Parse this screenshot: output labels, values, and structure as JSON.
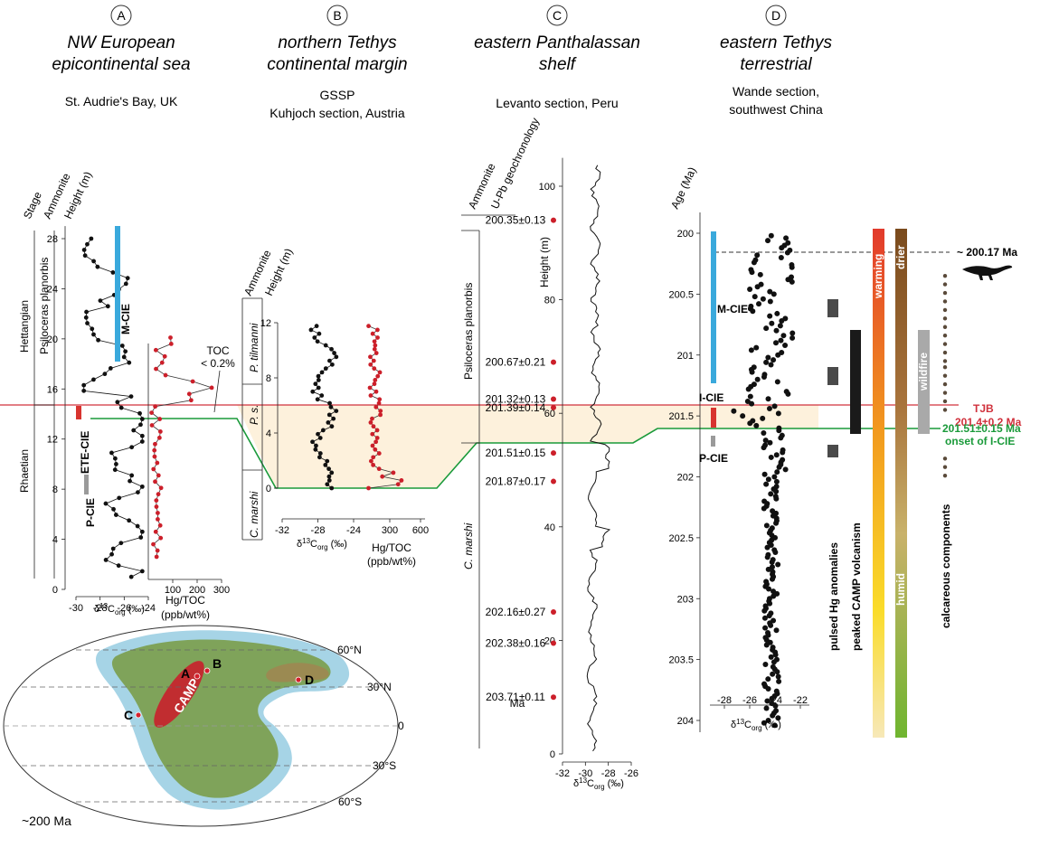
{
  "columns": [
    {
      "letter": "A",
      "title_lines": [
        "NW European",
        "epicontinental sea"
      ],
      "subtitle_lines": [
        "St. Audrie's Bay, UK"
      ]
    },
    {
      "letter": "B",
      "title_lines": [
        "northern Tethys",
        "continental margin"
      ],
      "subtitle_lines": [
        "GSSP",
        "Kuhjoch section, Austria"
      ]
    },
    {
      "letter": "C",
      "title_lines": [
        "eastern Panthalassan",
        "shelf"
      ],
      "subtitle_lines": [
        "Levanto section, Peru"
      ]
    },
    {
      "letter": "D",
      "title_lines": [
        "eastern Tethys",
        "terrestrial"
      ],
      "subtitle_lines": [
        "Wande section,",
        "southwest China"
      ]
    }
  ],
  "colors": {
    "tjb_line": "#d0313c",
    "icie_line": "#1a9a3a",
    "shade": "#fdf1dc",
    "red_dots": "#cc1f2a",
    "black_dots": "#111111",
    "cie_blue": "#3aa9dc",
    "cie_red": "#d8342f",
    "cie_gray": "#9a9a9a"
  },
  "labels": {
    "stage": "Stage",
    "ammonite": "Ammonite",
    "height": "Height (m)",
    "hettangian": "Hettangian",
    "rhaetian": "Rhaetian",
    "psiloceras_planorbis": "Psiloceras planorbis",
    "m_cie": "M-CIE",
    "ete_cie": "ETE-CIE",
    "p_cie": "P-CIE",
    "i_cie": "I-CIE",
    "toc_line1": "TOC",
    "toc_line2": "< 0.2%",
    "p_tilmanni": "P. tilmanni",
    "p_s": "P. s.",
    "c_marshi": "C. marshi",
    "hg_toc_line1": "Hg/TOC",
    "hg_toc_line2": "(ppb/wt%)",
    "d13c_a": "δ13Corg (‰)",
    "upb": "U-Pb geochronology",
    "ma": "Ma",
    "age_ma": "Age (Ma)",
    "tjb_label": "TJB",
    "tjb_age": "201.4±0.2 Ma",
    "icie_age": "201.51±0.15 Ma",
    "icie_onset": "onset of I-CIE",
    "dino_age": "~ 200.17 Ma",
    "pulsed_hg": "pulsed Hg anomalies",
    "peaked_camp": "peaked CAMP volcanism",
    "warming": "warming",
    "drier": "drier",
    "humid": "humid",
    "wildfire": "wildfire",
    "calcareous": "calcareous components",
    "map_age": "~200 Ma",
    "camp": "CAMP",
    "lat_60n": "60°N",
    "lat_30n": "30°N",
    "lat_0": "0",
    "lat_30s": "30°S",
    "lat_60s": "60°S",
    "site_a": "A",
    "site_b": "B",
    "site_c": "C",
    "site_d": "D"
  },
  "chart_data": [
    {
      "type": "line",
      "panel": "A",
      "series": [
        {
          "name": "δ13Corg (‰)",
          "axis": "x1",
          "xlim": [
            -30,
            -24
          ],
          "ylim": [
            0,
            29
          ],
          "y_ticks": [
            0,
            4,
            8,
            12,
            16,
            20,
            24,
            28
          ],
          "x_ticks": [
            -30,
            -28,
            -26,
            -24
          ]
        },
        {
          "name": "Hg/TOC (ppb/wt%)",
          "axis": "x2",
          "xlim": [
            0,
            300
          ],
          "x_ticks": [
            100,
            200,
            300
          ]
        }
      ],
      "events": {
        "TJB_height_m": 15.2,
        "ICIE_onset_height_m": 14.4
      }
    },
    {
      "type": "line",
      "panel": "B",
      "ylabel": "Height (m)",
      "ylim": [
        0,
        12
      ],
      "y_ticks": [
        0,
        4,
        8,
        12
      ],
      "series": [
        {
          "name": "δ13Corg (‰)",
          "xlim": [
            -32,
            -24
          ],
          "x_ticks": [
            -32,
            -28,
            -24
          ]
        },
        {
          "name": "Hg/TOC (ppb/wt%)",
          "x_ticks": [
            300,
            600
          ]
        }
      ]
    },
    {
      "type": "line",
      "panel": "C",
      "ylabel": "Height (m)",
      "ylim": [
        0,
        105
      ],
      "y_ticks": [
        0,
        20,
        40,
        60,
        80,
        100
      ],
      "xlim": [
        -32,
        -26
      ],
      "x_ticks": [
        -32,
        -30,
        -28,
        -26
      ],
      "xlabel": "δ13Corg (‰)",
      "upb_ages": [
        {
          "label": "200.35±0.13",
          "height": 94
        },
        {
          "label": "200.67±0.21",
          "height": 69
        },
        {
          "label": "201.32±0.13",
          "height": 62.5
        },
        {
          "label": "201.39±0.14",
          "height": 61
        },
        {
          "label": "201.51±0.15",
          "height": 53
        },
        {
          "label": "201.87±0.17",
          "height": 48
        },
        {
          "label": "202.16±0.27",
          "height": 25
        },
        {
          "label": "202.38±0.16",
          "height": 19.5
        },
        {
          "label": "203.71±0.11",
          "height": 10
        }
      ]
    },
    {
      "type": "scatter",
      "panel": "D",
      "ylabel": "Age (Ma)",
      "ylim": [
        199.9,
        204.1
      ],
      "y_ticks": [
        200,
        200.5,
        201,
        201.5,
        202,
        202.5,
        203,
        203.5,
        204
      ],
      "xlim": [
        -29,
        -21
      ],
      "x_ticks": [
        -28,
        -26,
        -24,
        -22
      ],
      "xlabel": "δ13Corg (‰)"
    }
  ]
}
